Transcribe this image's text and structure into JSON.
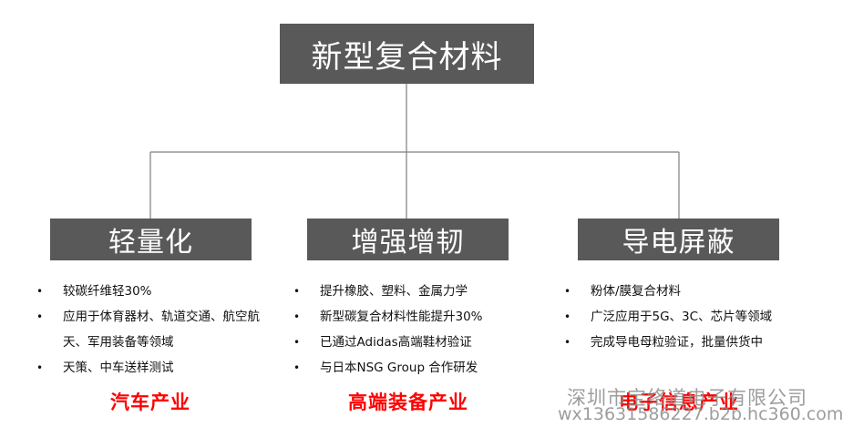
{
  "root": {
    "label": "新型复合材料"
  },
  "categories": [
    {
      "label": "轻量化",
      "bullets": [
        "较碳纤维轻30%",
        "应用于体育器材、轨道交通、航空航天、军用装备等领域",
        "天策、中车送样测试"
      ],
      "industry": "汽车产业"
    },
    {
      "label": "增强增韧",
      "bullets": [
        "提升橡胶、塑料、金属力学",
        "新型碳复合材料性能提升30%",
        "已通过Adidas高端鞋材验证",
        "与日本NSG Group 合作研发"
      ],
      "industry": "高端装备产业"
    },
    {
      "label": "导电屏蔽",
      "bullets": [
        "粉体/膜复合材料",
        "广泛应用于5G、3C、芯片等领域",
        "完成导电母粒验证，批量供货中"
      ],
      "industry": "电子信息产业"
    }
  ],
  "watermark": {
    "line1": "深圳市宝络道电子有限公司",
    "line2": "wx13631586227.b2b.hc360.com"
  },
  "colors": {
    "box_fill": "#595959",
    "box_text": "#ffffff",
    "industry_text": "#ff0000",
    "connector": "#7f7f7f",
    "watermark": "#8c8c8c"
  }
}
